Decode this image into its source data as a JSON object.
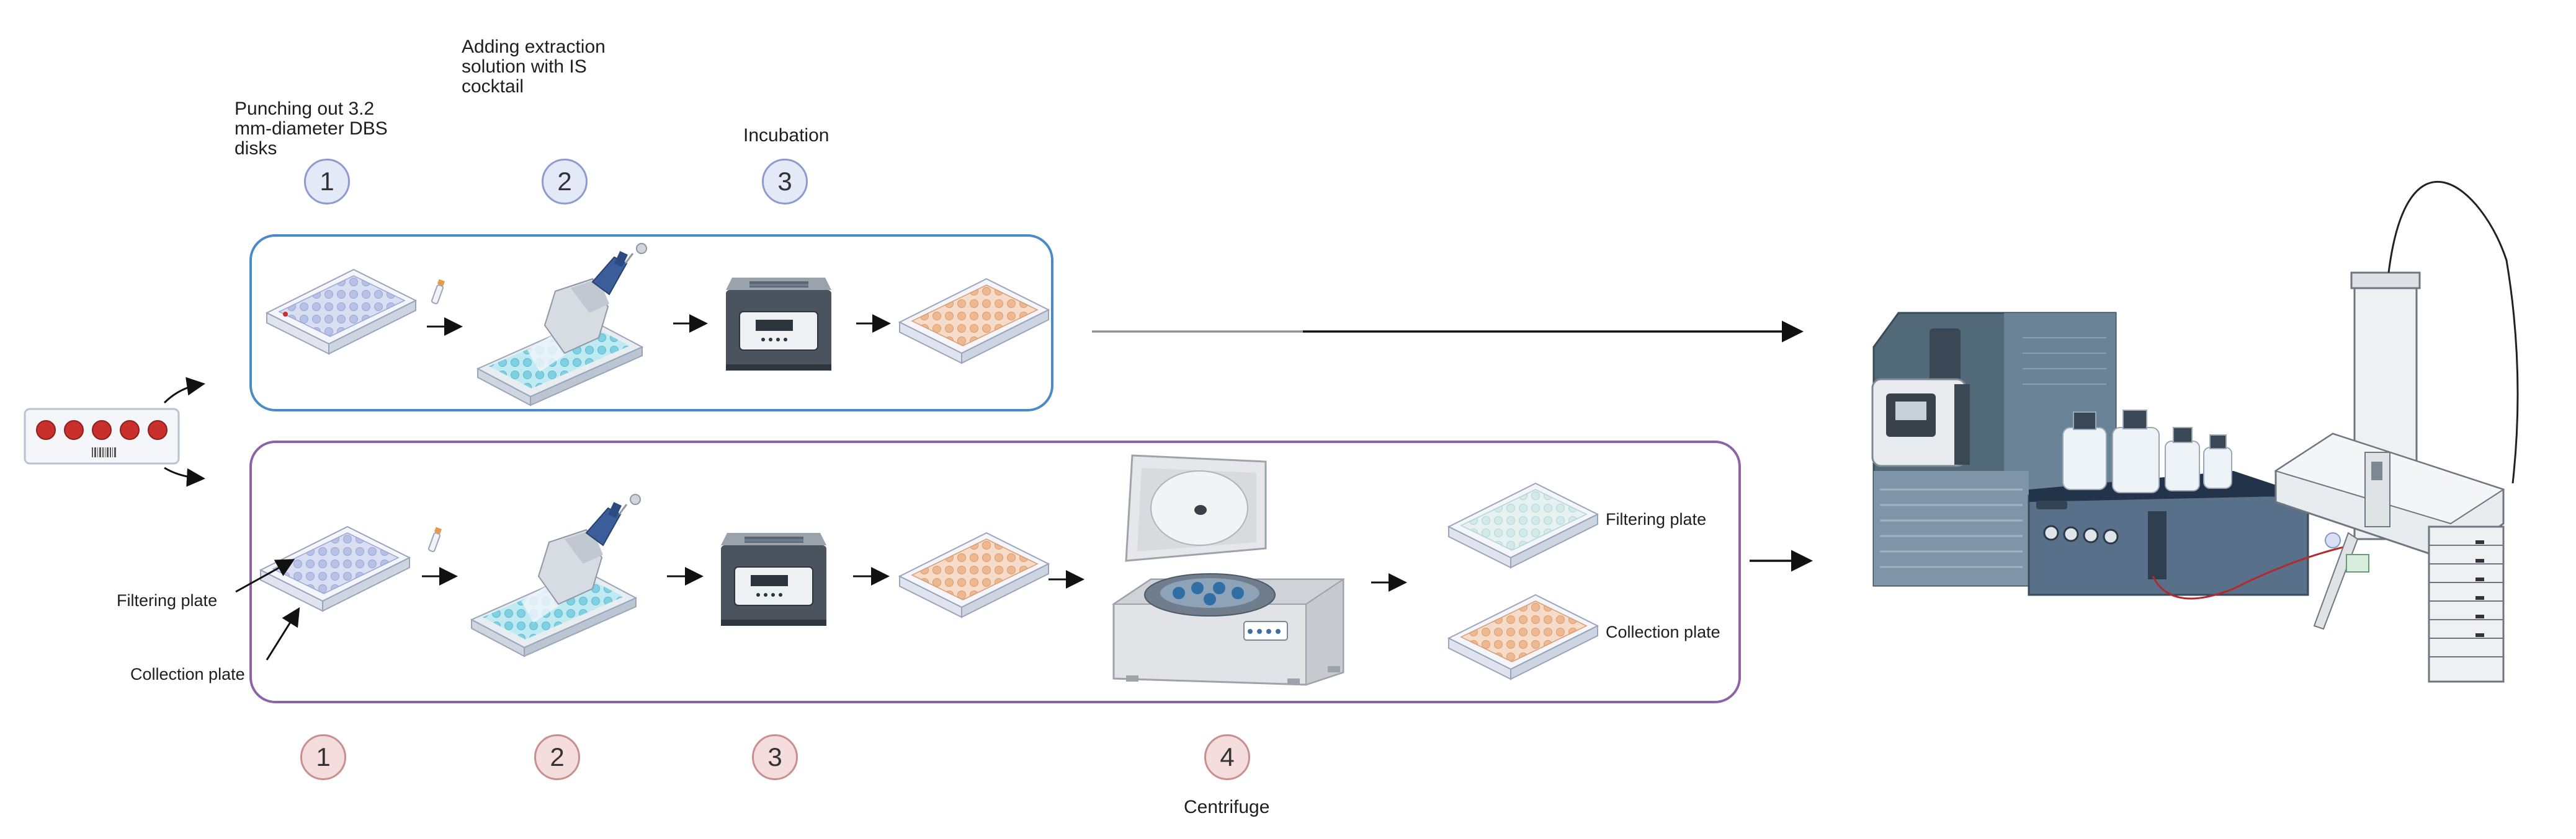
{
  "colors": {
    "top_box_border": "#4a8ac6",
    "bottom_box_border": "#8c63a9",
    "top_step_circle": "#e4e9f7",
    "bottom_step_circle": "#f5dddd",
    "dbs_spot": "#c9302c",
    "plate_blue": "#c9d3ef",
    "plate_cyan": "#8fd8e6",
    "plate_orange": "#f1c3a2",
    "instrument_blue": "#4d6373"
  },
  "top_workflow": {
    "steps": [
      {
        "number": "1",
        "label": "Punching out 3.2 mm-diameter DBS disks",
        "lines": [
          "Punching out 3.2",
          "mm-diameter DBS",
          "disks"
        ]
      },
      {
        "number": "2",
        "label": "Adding extraction solution with IS cocktail",
        "lines": [
          "Adding extraction",
          "solution with IS",
          "cocktail"
        ]
      },
      {
        "number": "3",
        "label": "Incubation"
      }
    ]
  },
  "bottom_workflow": {
    "steps": [
      {
        "number": "1"
      },
      {
        "number": "2"
      },
      {
        "number": "3"
      },
      {
        "number": "4",
        "label": "Centrifuge"
      }
    ],
    "labels": {
      "filtering_plate_left": "Filtering plate",
      "collection_plate_left": "Collection plate",
      "filtering_plate_right": "Filtering plate",
      "collection_plate_right": "Collection plate"
    }
  },
  "icons": [
    "dbs-card-icon",
    "well-plate-icon",
    "punch-disk-icon",
    "multichannel-pipette-icon",
    "incubator-icon",
    "centrifuge-icon",
    "lc-ms-instrument-icon",
    "arrow-icon"
  ]
}
